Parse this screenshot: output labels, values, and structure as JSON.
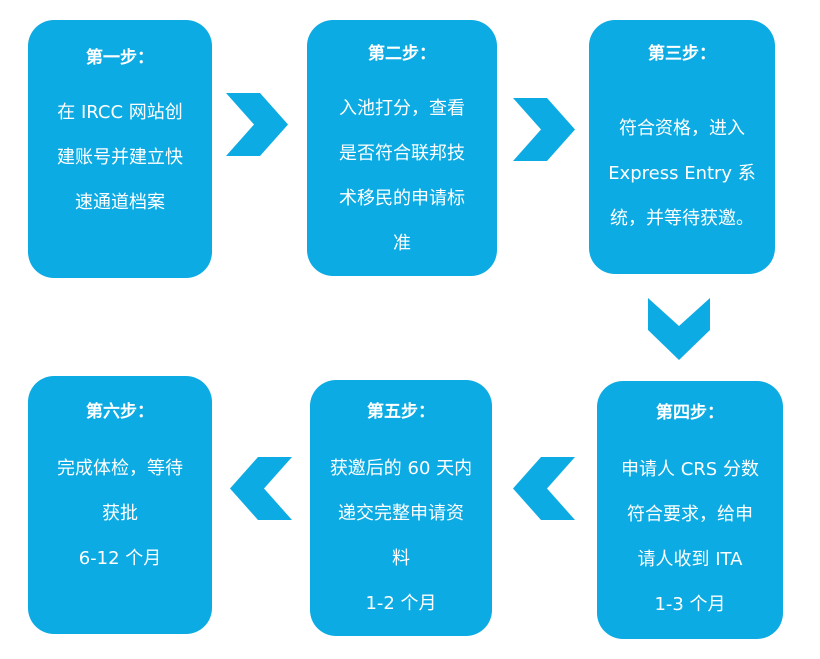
{
  "colors": {
    "box": "#0cabe3",
    "arrow": "#0cabe3",
    "text": "#ffffff",
    "background": "#ffffff"
  },
  "steps": [
    {
      "title": "第一步：",
      "body": "在 IRCC 网站创\n建账号并建立快\n速通道档案"
    },
    {
      "title": "第二步：",
      "body": "入池打分，查看\n是否符合联邦技\n术移民的申请标\n准"
    },
    {
      "title": "第三步：",
      "body": "符合资格，进入\nExpress Entry 系\n统，并等待获邀。"
    },
    {
      "title": "第四步：",
      "body": "申请人 CRS 分数\n符合要求，给申\n请人收到 ITA\n1-3 个月"
    },
    {
      "title": "第五步：",
      "body": "获邀后的 60 天内\n递交完整申请资\n料\n1-2 个月"
    },
    {
      "title": "第六步：",
      "body": "完成体检，等待\n获批\n6-12 个月"
    }
  ],
  "arrows": [
    {
      "direction": "right",
      "icon": "chevron-right-icon"
    },
    {
      "direction": "right",
      "icon": "chevron-right-icon"
    },
    {
      "direction": "down",
      "icon": "chevron-down-icon"
    },
    {
      "direction": "left",
      "icon": "chevron-left-icon"
    },
    {
      "direction": "left",
      "icon": "chevron-left-icon"
    }
  ]
}
